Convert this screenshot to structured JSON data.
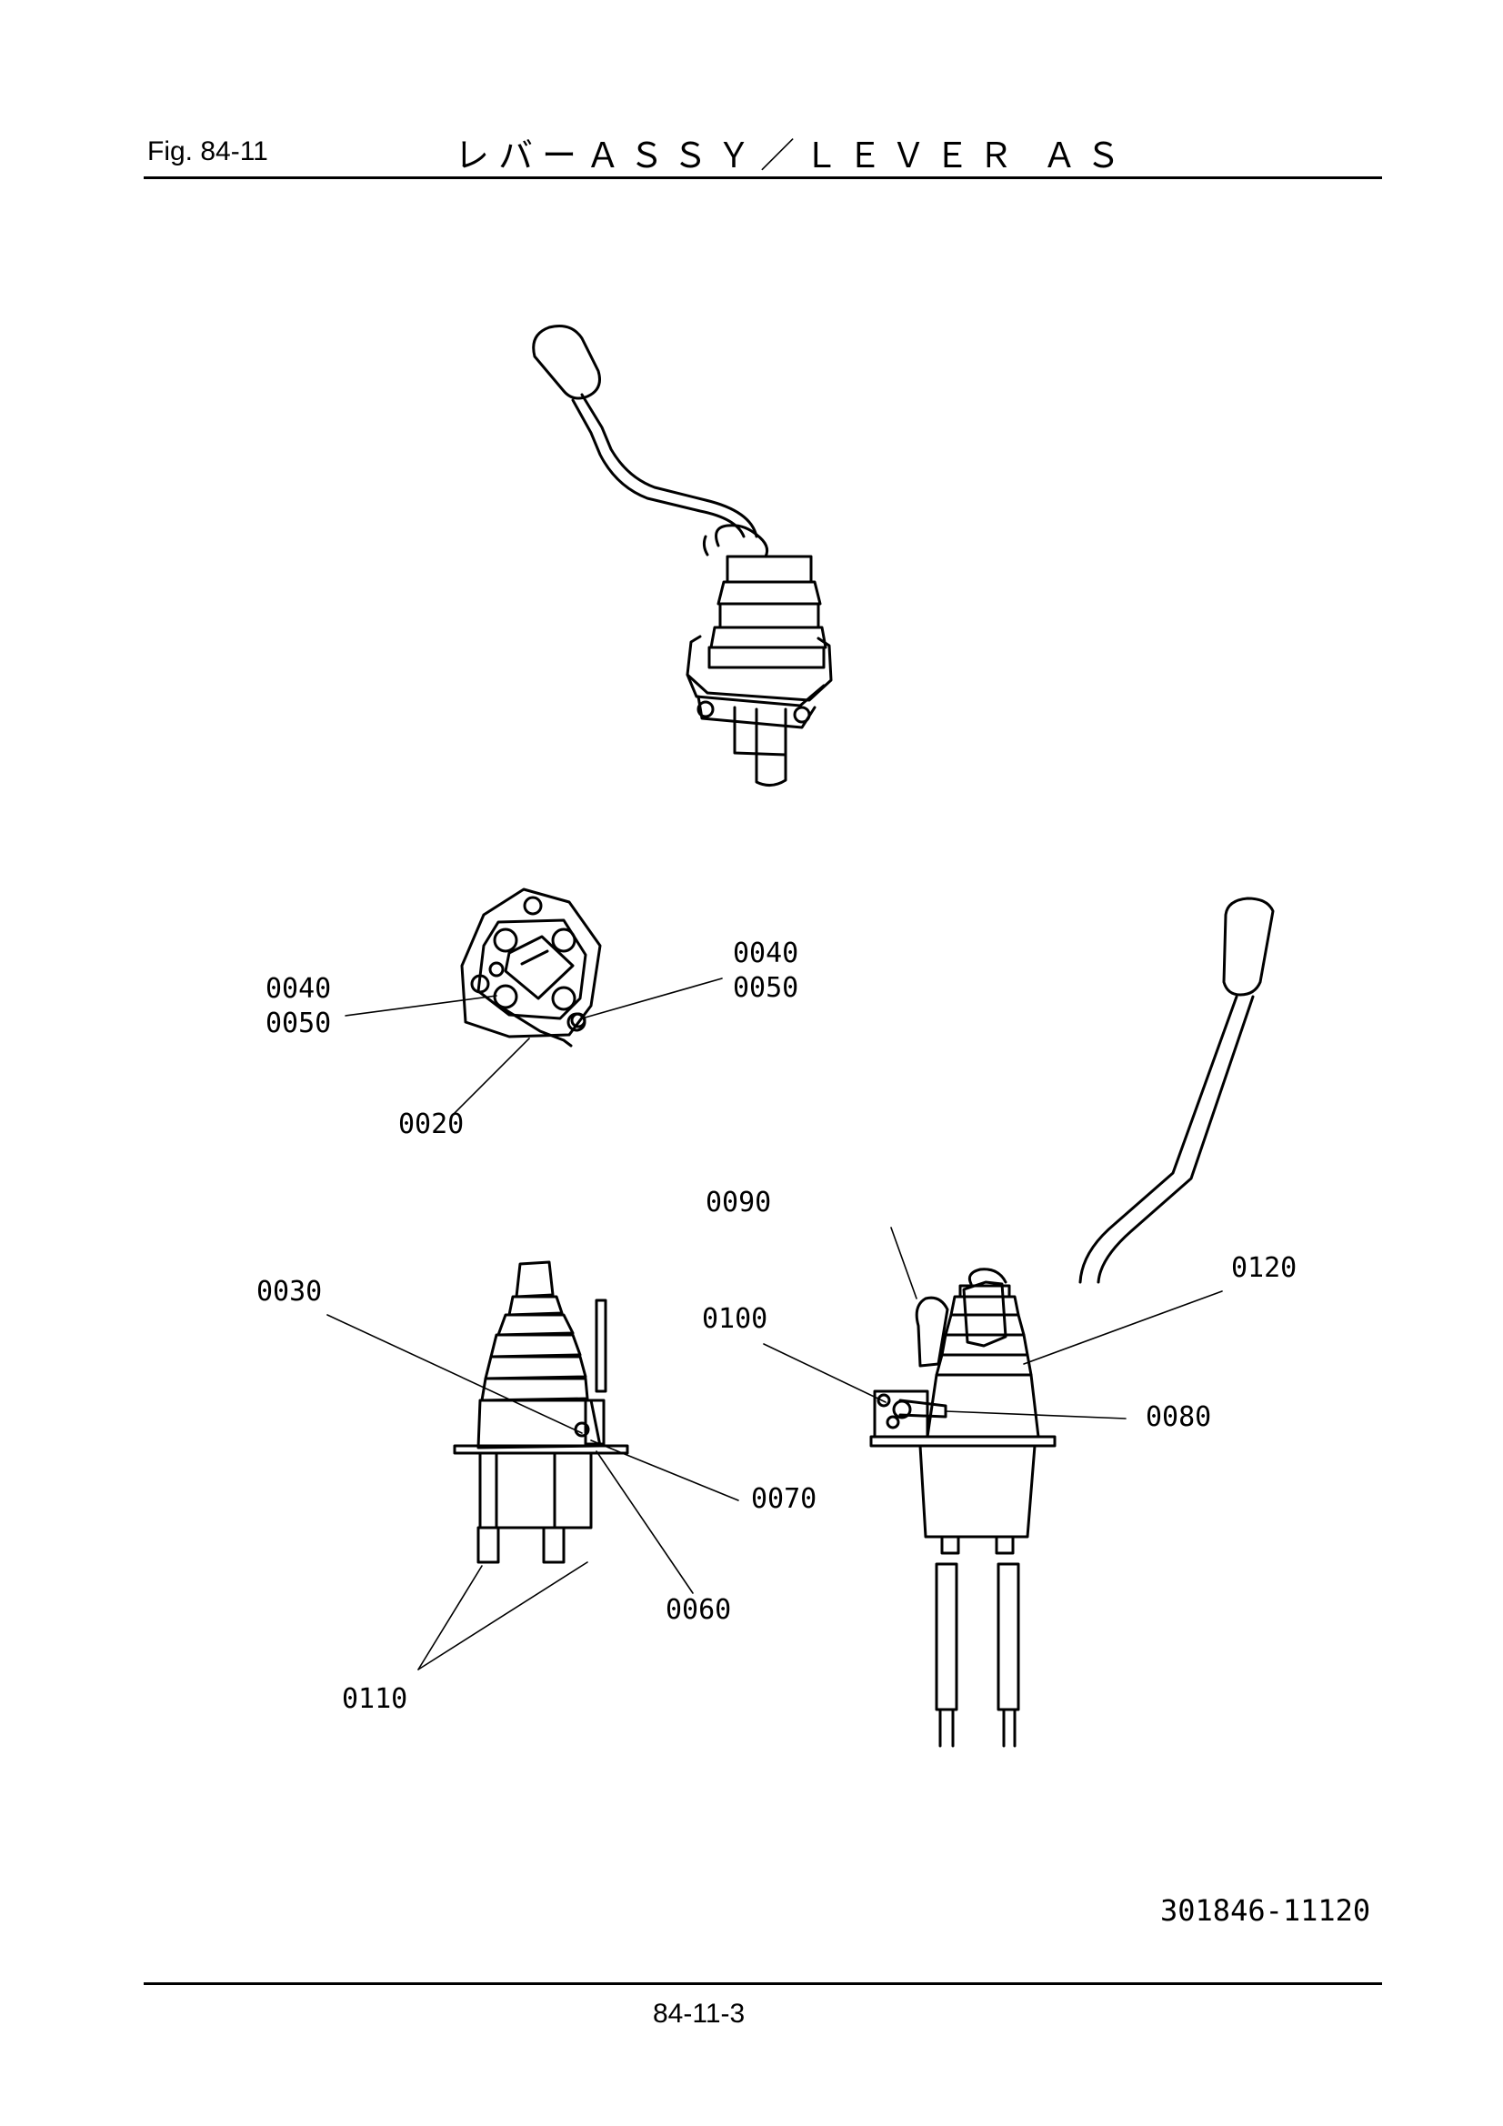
{
  "header": {
    "fig_label": "Fig.  84-11",
    "title": "レバーＡＳＳＹ／ＬＥＶＥＲ ＡＳ"
  },
  "callouts": {
    "c0040_left": "0040",
    "c0050_left": "0050",
    "c0040_right": "0040",
    "c0050_right": "0050",
    "c0020": "0020",
    "c0090": "0090",
    "c0120": "0120",
    "c0030": "0030",
    "c0100": "0100",
    "c0080": "0080",
    "c0070": "0070",
    "c0060": "0060",
    "c0110": "0110"
  },
  "footer": {
    "document_number": "301846-11120",
    "page_number": "84-11-3"
  }
}
